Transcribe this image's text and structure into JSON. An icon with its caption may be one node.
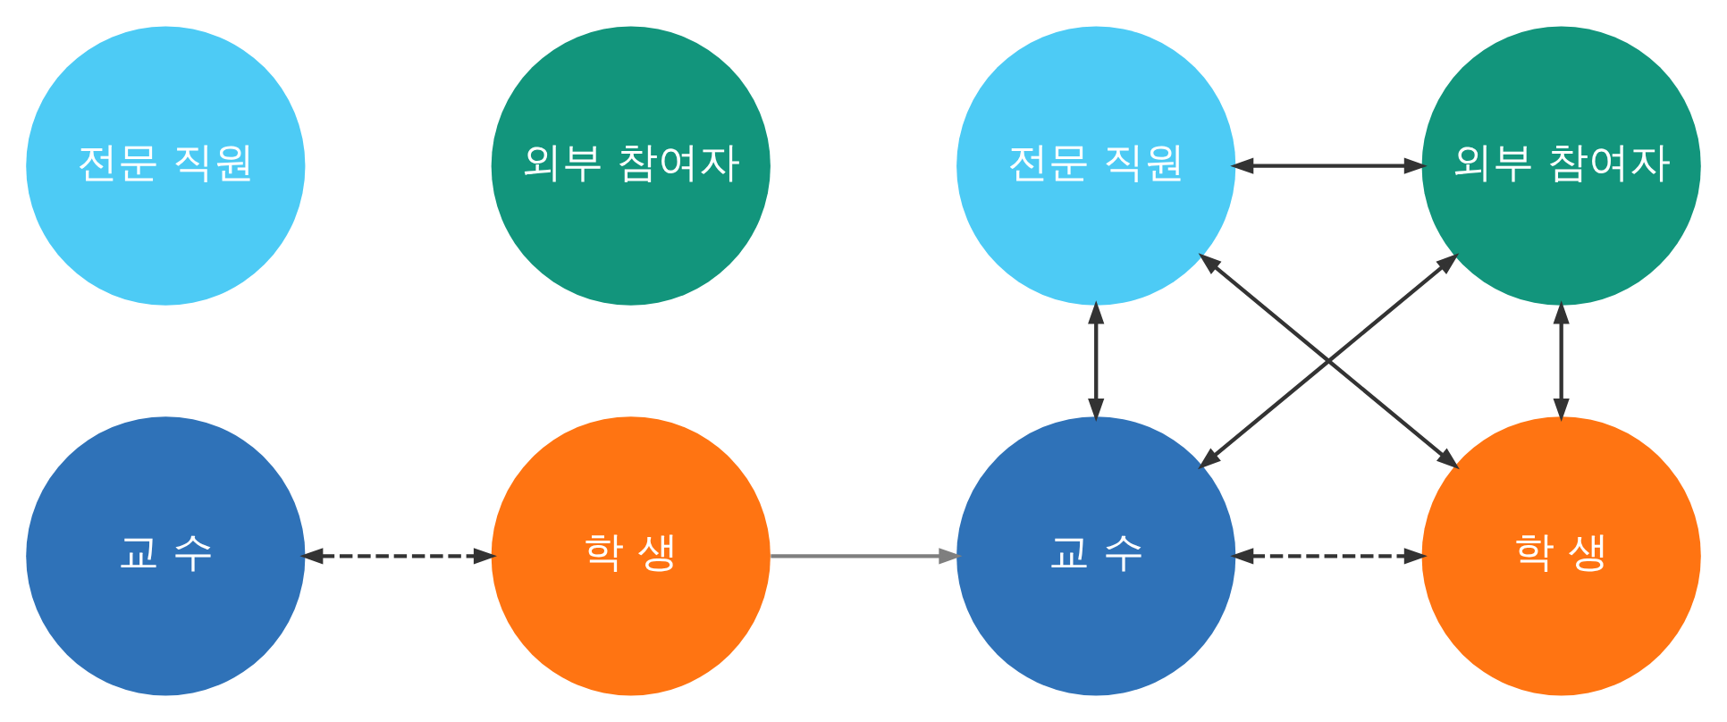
{
  "diagram": {
    "nodes": [
      {
        "text": [
          "전문 직원"
        ]
      },
      {
        "text": [
          "외부 참여자"
        ]
      },
      {
        "text": [
          "교 수"
        ]
      },
      {
        "text": [
          "학 생"
        ]
      },
      {
        "text": [
          "전문 직원"
        ]
      },
      {
        "text": [
          "외부 참여자"
        ]
      },
      {
        "text": [
          "교 수"
        ]
      },
      {
        "text": [
          "학 생"
        ]
      }
    ],
    "edges": [
      {
        "from": 2,
        "to": 3,
        "arrow": "both",
        "style": "dashed"
      },
      {
        "from": 3,
        "to": 6,
        "arrow": "to",
        "color": "#7f7f7f"
      },
      {
        "from": 4,
        "to": 5,
        "arrow": "both"
      },
      {
        "from": 4,
        "to": 6,
        "arrow": "both"
      },
      {
        "from": 4,
        "to": 7,
        "arrow": "both"
      },
      {
        "from": 5,
        "to": 6,
        "arrow": "both"
      },
      {
        "from": 5,
        "to": 7,
        "arrow": "both"
      },
      {
        "from": 6,
        "to": 7,
        "arrow": "both",
        "style": "dashed"
      }
    ]
  }
}
